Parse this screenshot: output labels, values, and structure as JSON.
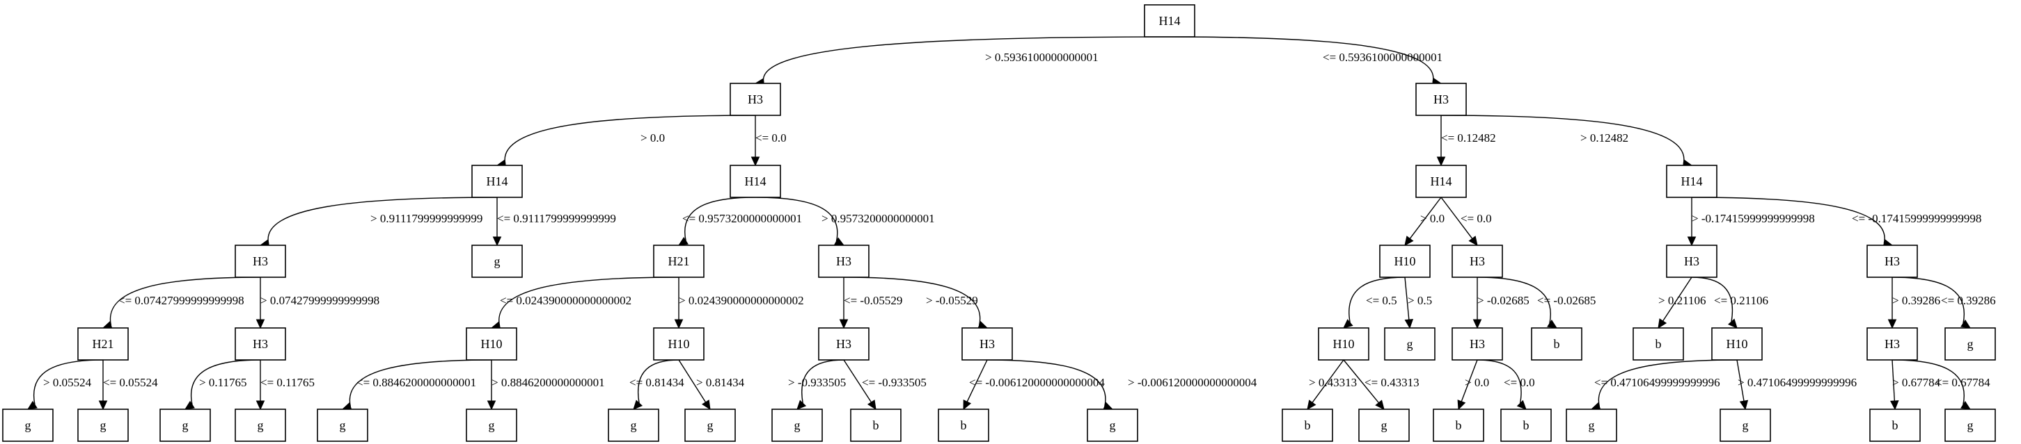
{
  "nodes": {
    "n0": "H14",
    "n1": "H3",
    "n2": "H3",
    "n3": "H14",
    "n4": "H14",
    "n5": "H14",
    "n6": "H14",
    "n7": "H3",
    "n8": "g",
    "n9": "H21",
    "n10": "H3",
    "n11": "H10",
    "n12": "H3",
    "n13": "H3",
    "n14": "H3",
    "n15": "H21",
    "n16": "H3",
    "n17": "H10",
    "n18": "H10",
    "n19": "H3",
    "n20": "H3",
    "n21": "H10",
    "n22": "g",
    "n23": "H3",
    "n24": "b",
    "n25": "b",
    "n26": "H10",
    "n27": "H3",
    "n28": "g",
    "n29": "g",
    "n30": "g",
    "n31": "g",
    "n32": "g",
    "n33": "g",
    "n34": "g",
    "n35": "g",
    "n36": "g",
    "n37": "g",
    "n38": "b",
    "n39": "b",
    "n40": "g",
    "n41": "b",
    "n42": "g",
    "n43": "b",
    "n44": "b",
    "n45": "b",
    "n46": "g",
    "n47": "g",
    "n48": "b",
    "n49": "g"
  },
  "edges": {
    "e0": "> 0.5936100000000001",
    "e1": "<= 0.5936100000000001",
    "e2": "> 0.0",
    "e3": "<= 0.0",
    "e4": "<= 0.12482",
    "e5": "> 0.12482",
    "e6": "> 0.9111799999999999",
    "e7": "<= 0.9111799999999999",
    "e8": "<= 0.9573200000000001",
    "e9": "> 0.9573200000000001",
    "e10": "> 0.0",
    "e11": "<= 0.0",
    "e12": "> -0.17415999999999998",
    "e13": "<= -0.17415999999999998",
    "e14": "<= 0.07427999999999998",
    "e15": "> 0.07427999999999998",
    "e16": "<= 0.024390000000000002",
    "e17": "> 0.024390000000000002",
    "e18": "<= -0.05529",
    "e19": "> -0.05529",
    "e20": "<= 0.5",
    "e21": "> 0.5",
    "e22": "> -0.02685",
    "e23": "<= -0.02685",
    "e24": "> 0.21106",
    "e25": "<= 0.21106",
    "e26": "> 0.39286",
    "e27": "<= 0.39286",
    "e28": "> 0.05524",
    "e29": "<= 0.05524",
    "e30": "> 0.11765",
    "e31": "<= 0.11765",
    "e32": "<= 0.8846200000000001",
    "e33": "> 0.8846200000000001",
    "e34": "<= 0.81434",
    "e35": "> 0.81434",
    "e36": "> -0.933505",
    "e37": "<= -0.933505",
    "e38": "<= -0.006120000000000004",
    "e39": "> -0.006120000000000004",
    "e40": "> 0.43313",
    "e41": "<= 0.43313",
    "e42": "> 0.0",
    "e43": "<= 0.0",
    "e44": "<= 0.47106499999999996",
    "e45": "> 0.47106499999999996",
    "e46": "> 0.67784",
    "e47": "<= 0.67784"
  }
}
